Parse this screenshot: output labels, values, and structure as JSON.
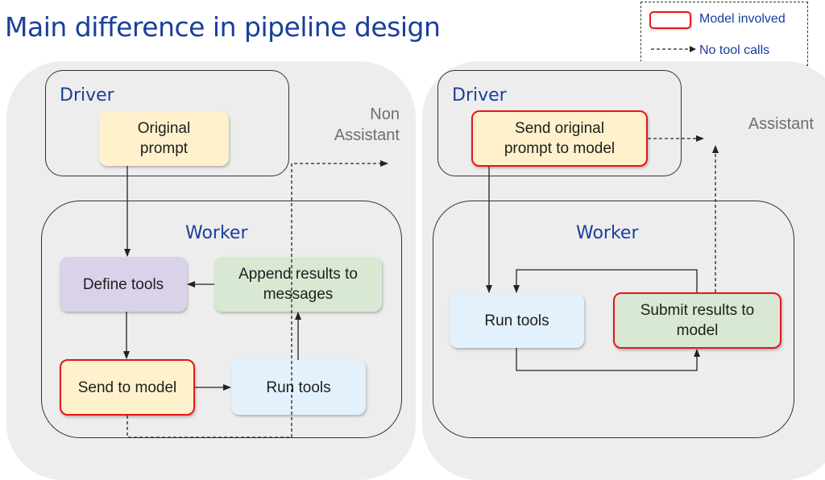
{
  "title": "Main difference in pipeline design",
  "legend": {
    "items": [
      {
        "label": "Model involved",
        "symbol": "red-outlined-box"
      },
      {
        "label": "No tool calls",
        "symbol": "dashed-arrow"
      }
    ]
  },
  "colors": {
    "title": "#1a3e9c",
    "model_border": "#e8151b",
    "panel_bg": "#ededed",
    "yellow": "#fff1cc",
    "purple": "#d9d2e9",
    "green": "#d8e8d2",
    "blue": "#e3f1fc",
    "gray_label": "#6f6f6f"
  },
  "left": {
    "output_label": "Non\nAssistant",
    "driver": {
      "label": "Driver",
      "nodes": [
        {
          "id": "original-prompt",
          "text": "Original\nprompt",
          "model_involved": false
        }
      ]
    },
    "worker": {
      "label": "Worker",
      "nodes": [
        {
          "id": "define-tools",
          "text": "Define tools",
          "model_involved": false
        },
        {
          "id": "append-results",
          "text": "Append results to\nmessages",
          "model_involved": false
        },
        {
          "id": "send-to-model",
          "text": "Send to model",
          "model_involved": true
        },
        {
          "id": "run-tools",
          "text": "Run tools",
          "model_involved": false
        }
      ]
    },
    "edges": [
      {
        "from": "original-prompt",
        "to": "define-tools",
        "style": "solid"
      },
      {
        "from": "define-tools",
        "to": "send-to-model",
        "style": "solid"
      },
      {
        "from": "send-to-model",
        "to": "run-tools",
        "style": "solid"
      },
      {
        "from": "run-tools",
        "to": "append-results",
        "style": "solid"
      },
      {
        "from": "append-results",
        "to": "define-tools",
        "style": "solid"
      },
      {
        "from": "send-to-model",
        "to": "output",
        "style": "dashed"
      }
    ]
  },
  "right": {
    "output_label": "Assistant",
    "driver": {
      "label": "Driver",
      "nodes": [
        {
          "id": "send-original-prompt",
          "text": "Send original\nprompt to model",
          "model_involved": true
        }
      ]
    },
    "worker": {
      "label": "Worker",
      "nodes": [
        {
          "id": "run-tools",
          "text": "Run tools",
          "model_involved": false
        },
        {
          "id": "submit-results",
          "text": "Submit results to\nmodel",
          "model_involved": true
        }
      ]
    },
    "edges": [
      {
        "from": "send-original-prompt",
        "to": "run-tools",
        "style": "solid"
      },
      {
        "from": "run-tools",
        "to": "submit-results",
        "style": "solid"
      },
      {
        "from": "submit-results",
        "to": "run-tools",
        "style": "solid"
      },
      {
        "from": "send-original-prompt",
        "to": "output",
        "style": "dashed"
      },
      {
        "from": "submit-results",
        "to": "output",
        "style": "dashed"
      }
    ]
  }
}
